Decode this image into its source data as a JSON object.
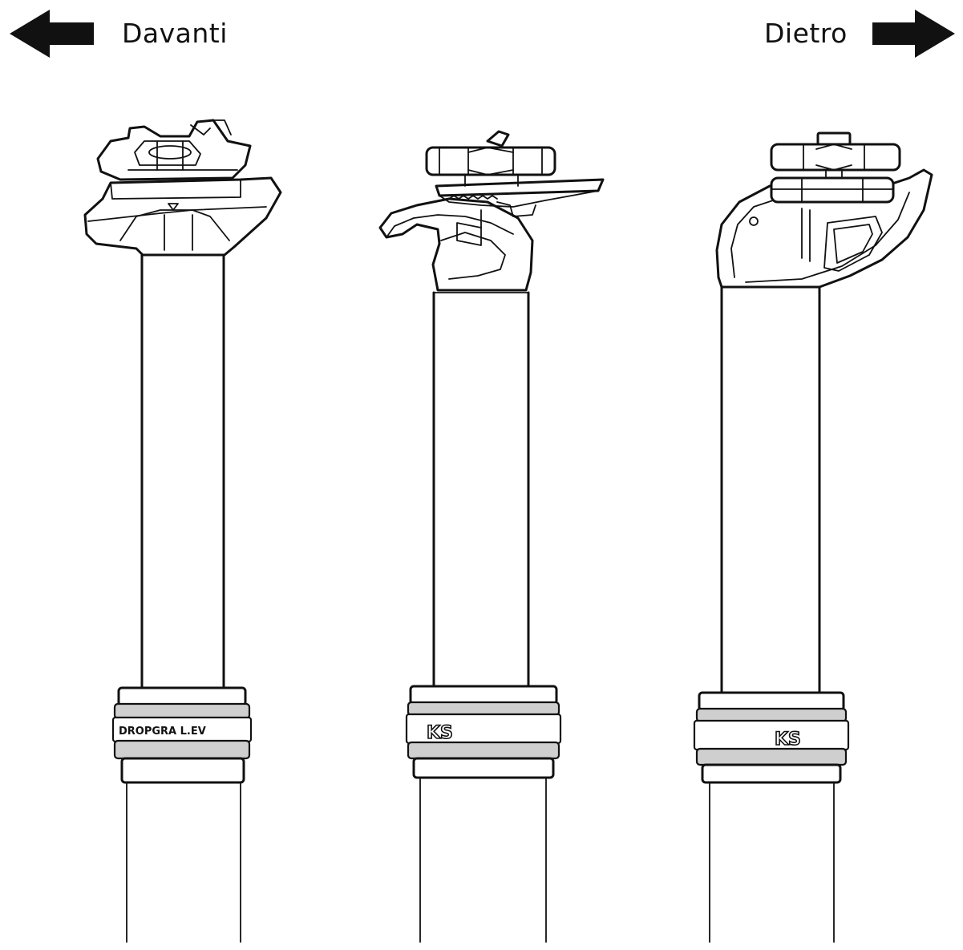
{
  "labels": {
    "front": "Davanti",
    "rear": "Dietro"
  },
  "icons": {
    "front_arrow": "arrow-left-icon",
    "rear_arrow": "arrow-right-icon"
  },
  "seatposts": [
    {
      "collar_text": "DROPGRA L.EV"
    },
    {
      "collar_text": "KS"
    },
    {
      "collar_text": "KS"
    }
  ],
  "colors": {
    "ink": "#111111",
    "background": "#ffffff",
    "collar_shade": "#cfcfcf"
  }
}
